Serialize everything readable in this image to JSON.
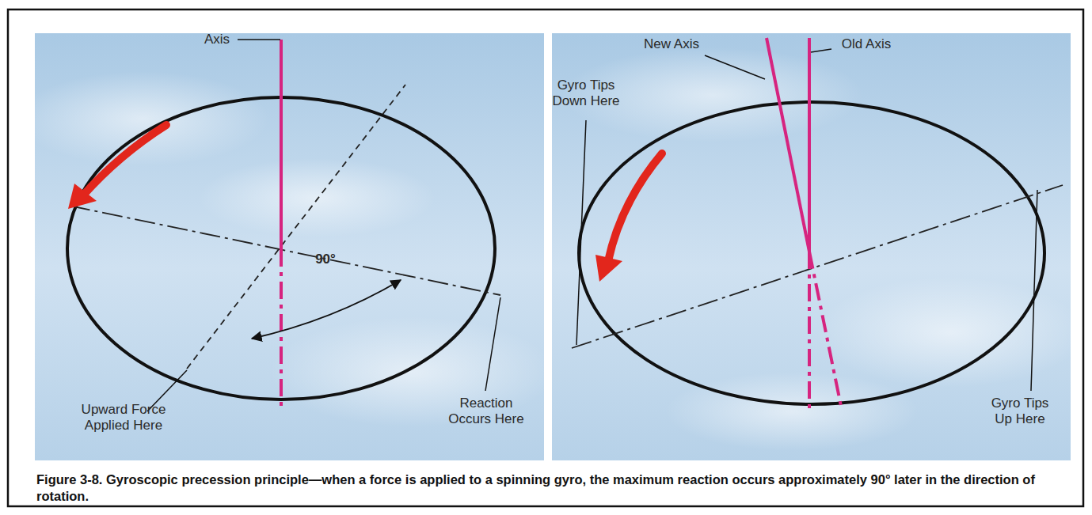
{
  "diagram": {
    "caption": "Figure 3-8. Gyroscopic precession principle—when a force is applied to a spinning gyro, the maximum reaction occurs approximately 90° later in the direction of rotation.",
    "labels": [
      "Axis",
      "Upward Force Applied Here",
      "90°",
      "Reaction Occurs Here",
      "New Axis",
      "Old Axis",
      "Gyro Tips Down Here",
      "Gyro Tips Up Here"
    ]
  }
}
